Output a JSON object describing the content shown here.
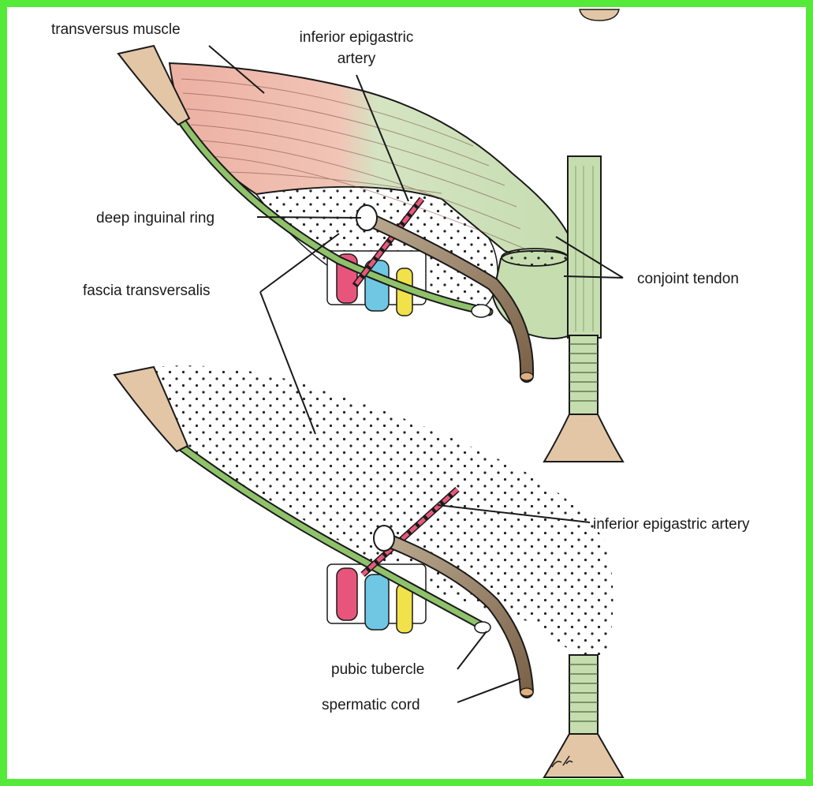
{
  "labels": {
    "transversus_muscle": "transversus muscle",
    "inferior_epigastric_top_line1": "inferior epigastric",
    "inferior_epigastric_top_line2": "artery",
    "deep_inguinal_ring": "deep inguinal ring",
    "fascia_transversalis": "fascia transversalis",
    "conjoint_tendon": "conjoint tendon",
    "inferior_epigastric_bottom": "inferior epigastric artery",
    "pubic_tubercle": "pubic tubercle",
    "spermatic_cord": "spermatic cord",
    "artist_signature": "cd"
  },
  "colors": {
    "frame_border": "#55ea3a",
    "muscle_red": "#ecb0a2",
    "muscle_green": "#c6ddb0",
    "ligament_green": "#8fc26a",
    "bone_beige": "#e3c6a6",
    "cord_brown": "#8c7358",
    "artery_red": "#e8587a",
    "vessel_pink": "#e8557c",
    "vessel_blue": "#6fc7e3",
    "vessel_yellow": "#f1e14a",
    "line_black": "#1a1a1a"
  }
}
